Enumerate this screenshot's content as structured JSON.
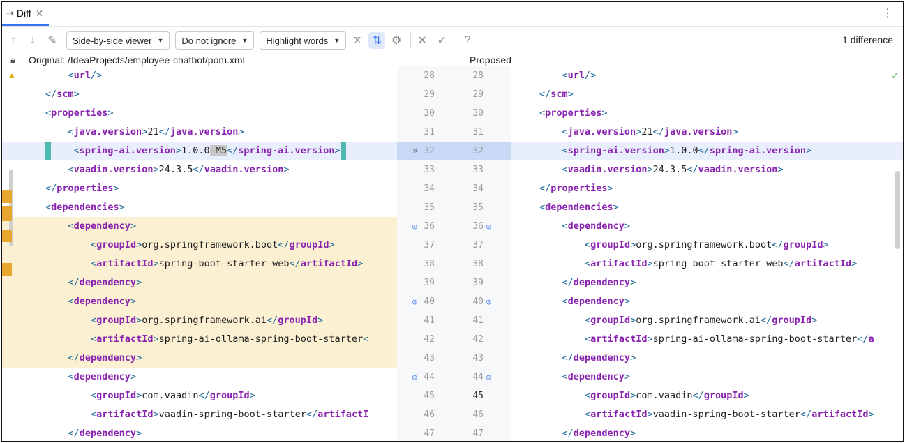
{
  "tab": {
    "title": "Diff",
    "icon": "diff-icon"
  },
  "toolbar": {
    "viewer": "Side-by-side viewer",
    "ignore": "Do not ignore",
    "highlight": "Highlight words",
    "help": "?",
    "difference_count": "1 difference"
  },
  "header": {
    "original": "Original: /IdeaProjects/employee-chatbot/pom.xml",
    "proposed": "Proposed"
  },
  "left_lines": [
    [
      [
        "i",
        "    "
      ],
      [
        "t",
        "<"
      ],
      [
        "n",
        "url"
      ],
      [
        "t",
        "/>"
      ]
    ],
    [
      [
        "t",
        "</"
      ],
      [
        "n",
        "scm"
      ],
      [
        "t",
        ">"
      ]
    ],
    [
      [
        "t",
        "<"
      ],
      [
        "n",
        "properties"
      ],
      [
        "t",
        ">"
      ]
    ],
    [
      [
        "i",
        "    "
      ],
      [
        "t",
        "<"
      ],
      [
        "n",
        "java.version"
      ],
      [
        "t",
        ">"
      ],
      [
        "x",
        "21"
      ],
      [
        "t",
        "</"
      ],
      [
        "n",
        "java.version"
      ],
      [
        "t",
        ">"
      ]
    ],
    [
      [
        "i",
        "    "
      ],
      [
        "t",
        "<"
      ],
      [
        "n",
        "spring-ai.version"
      ],
      [
        "t",
        ">"
      ],
      [
        "x",
        "1.0.0"
      ],
      [
        "w",
        "-M5"
      ],
      [
        "t",
        "</"
      ],
      [
        "n",
        "spring-ai.version"
      ],
      [
        "t",
        ">"
      ]
    ],
    [
      [
        "i",
        "    "
      ],
      [
        "t",
        "<"
      ],
      [
        "n",
        "vaadin.version"
      ],
      [
        "t",
        ">"
      ],
      [
        "x",
        "24.3.5"
      ],
      [
        "t",
        "</"
      ],
      [
        "n",
        "vaadin.version"
      ],
      [
        "t",
        ">"
      ]
    ],
    [
      [
        "t",
        "</"
      ],
      [
        "n",
        "properties"
      ],
      [
        "t",
        ">"
      ]
    ],
    [
      [
        "t",
        "<"
      ],
      [
        "n",
        "dependencies"
      ],
      [
        "t",
        ">"
      ]
    ],
    [
      [
        "i",
        "    "
      ],
      [
        "t",
        "<"
      ],
      [
        "n",
        "dependency"
      ],
      [
        "t",
        ">"
      ]
    ],
    [
      [
        "i",
        "        "
      ],
      [
        "t",
        "<"
      ],
      [
        "n",
        "groupId"
      ],
      [
        "t",
        ">"
      ],
      [
        "x",
        "org.springframework.boot"
      ],
      [
        "t",
        "</"
      ],
      [
        "n",
        "groupId"
      ],
      [
        "t",
        ">"
      ]
    ],
    [
      [
        "i",
        "        "
      ],
      [
        "t",
        "<"
      ],
      [
        "n",
        "artifactId"
      ],
      [
        "t",
        ">"
      ],
      [
        "x",
        "spring-boot-starter-web"
      ],
      [
        "t",
        "</"
      ],
      [
        "n",
        "artifactId"
      ],
      [
        "t",
        ">"
      ]
    ],
    [
      [
        "i",
        "    "
      ],
      [
        "t",
        "</"
      ],
      [
        "n",
        "dependency"
      ],
      [
        "t",
        ">"
      ]
    ],
    [
      [
        "i",
        "    "
      ],
      [
        "t",
        "<"
      ],
      [
        "n",
        "dependency"
      ],
      [
        "t",
        ">"
      ]
    ],
    [
      [
        "i",
        "        "
      ],
      [
        "t",
        "<"
      ],
      [
        "n",
        "groupId"
      ],
      [
        "t",
        ">"
      ],
      [
        "x",
        "org.springframework.ai"
      ],
      [
        "t",
        "</"
      ],
      [
        "n",
        "groupId"
      ],
      [
        "t",
        ">"
      ]
    ],
    [
      [
        "i",
        "        "
      ],
      [
        "t",
        "<"
      ],
      [
        "n",
        "artifactId"
      ],
      [
        "t",
        ">"
      ],
      [
        "x",
        "spring-ai-ollama-spring-boot-starter"
      ],
      [
        "t",
        "<"
      ]
    ],
    [
      [
        "i",
        "    "
      ],
      [
        "t",
        "</"
      ],
      [
        "n",
        "dependency"
      ],
      [
        "t",
        ">"
      ]
    ],
    [
      [
        "i",
        "    "
      ],
      [
        "t",
        "<"
      ],
      [
        "n",
        "dependency"
      ],
      [
        "t",
        ">"
      ]
    ],
    [
      [
        "i",
        "        "
      ],
      [
        "t",
        "<"
      ],
      [
        "n",
        "groupId"
      ],
      [
        "t",
        ">"
      ],
      [
        "x",
        "com.vaadin"
      ],
      [
        "t",
        "</"
      ],
      [
        "n",
        "groupId"
      ],
      [
        "t",
        ">"
      ]
    ],
    [
      [
        "i",
        "        "
      ],
      [
        "t",
        "<"
      ],
      [
        "n",
        "artifactId"
      ],
      [
        "t",
        ">"
      ],
      [
        "x",
        "vaadin-spring-boot-starter"
      ],
      [
        "t",
        "</"
      ],
      [
        "n",
        "artifactI"
      ]
    ],
    [
      [
        "i",
        "    "
      ],
      [
        "t",
        "</"
      ],
      [
        "n",
        "dependency"
      ],
      [
        "t",
        ">"
      ]
    ]
  ],
  "right_lines": [
    [
      [
        "i",
        "    "
      ],
      [
        "t",
        "<"
      ],
      [
        "n",
        "url"
      ],
      [
        "t",
        "/>"
      ]
    ],
    [
      [
        "t",
        "</"
      ],
      [
        "n",
        "scm"
      ],
      [
        "t",
        ">"
      ]
    ],
    [
      [
        "t",
        "<"
      ],
      [
        "n",
        "properties"
      ],
      [
        "t",
        ">"
      ]
    ],
    [
      [
        "i",
        "    "
      ],
      [
        "t",
        "<"
      ],
      [
        "n",
        "java.version"
      ],
      [
        "t",
        ">"
      ],
      [
        "x",
        "21"
      ],
      [
        "t",
        "</"
      ],
      [
        "n",
        "java.version"
      ],
      [
        "t",
        ">"
      ]
    ],
    [
      [
        "i",
        "    "
      ],
      [
        "t",
        "<"
      ],
      [
        "n",
        "spring-ai.version"
      ],
      [
        "t",
        ">"
      ],
      [
        "x",
        "1.0.0"
      ],
      [
        "t",
        "</"
      ],
      [
        "n",
        "spring-ai.version"
      ],
      [
        "t",
        ">"
      ]
    ],
    [
      [
        "i",
        "    "
      ],
      [
        "t",
        "<"
      ],
      [
        "n",
        "vaadin.version"
      ],
      [
        "t",
        ">"
      ],
      [
        "x",
        "24.3.5"
      ],
      [
        "t",
        "</"
      ],
      [
        "n",
        "vaadin.version"
      ],
      [
        "t",
        ">"
      ]
    ],
    [
      [
        "t",
        "</"
      ],
      [
        "n",
        "properties"
      ],
      [
        "t",
        ">"
      ]
    ],
    [
      [
        "t",
        "<"
      ],
      [
        "n",
        "dependencies"
      ],
      [
        "t",
        ">"
      ]
    ],
    [
      [
        "i",
        "    "
      ],
      [
        "t",
        "<"
      ],
      [
        "n",
        "dependency"
      ],
      [
        "t",
        ">"
      ]
    ],
    [
      [
        "i",
        "        "
      ],
      [
        "t",
        "<"
      ],
      [
        "n",
        "groupId"
      ],
      [
        "t",
        ">"
      ],
      [
        "x",
        "org.springframework.boot"
      ],
      [
        "t",
        "</"
      ],
      [
        "n",
        "groupId"
      ],
      [
        "t",
        ">"
      ]
    ],
    [
      [
        "i",
        "        "
      ],
      [
        "t",
        "<"
      ],
      [
        "n",
        "artifactId"
      ],
      [
        "t",
        ">"
      ],
      [
        "x",
        "spring-boot-starter-web"
      ],
      [
        "t",
        "</"
      ],
      [
        "n",
        "artifactId"
      ],
      [
        "t",
        ">"
      ]
    ],
    [
      [
        "i",
        "    "
      ],
      [
        "t",
        "</"
      ],
      [
        "n",
        "dependency"
      ],
      [
        "t",
        ">"
      ]
    ],
    [
      [
        "i",
        "    "
      ],
      [
        "t",
        "<"
      ],
      [
        "n",
        "dependency"
      ],
      [
        "t",
        ">"
      ]
    ],
    [
      [
        "i",
        "        "
      ],
      [
        "t",
        "<"
      ],
      [
        "n",
        "groupId"
      ],
      [
        "t",
        ">"
      ],
      [
        "x",
        "org.springframework.ai"
      ],
      [
        "t",
        "</"
      ],
      [
        "n",
        "groupId"
      ],
      [
        "t",
        ">"
      ]
    ],
    [
      [
        "i",
        "        "
      ],
      [
        "t",
        "<"
      ],
      [
        "n",
        "artifactId"
      ],
      [
        "t",
        ">"
      ],
      [
        "x",
        "spring-ai-ollama-spring-boot-starter"
      ],
      [
        "t",
        "</"
      ],
      [
        "n",
        "a"
      ]
    ],
    [
      [
        "i",
        "    "
      ],
      [
        "t",
        "</"
      ],
      [
        "n",
        "dependency"
      ],
      [
        "t",
        ">"
      ]
    ],
    [
      [
        "i",
        "    "
      ],
      [
        "t",
        "<"
      ],
      [
        "n",
        "dependency"
      ],
      [
        "t",
        ">"
      ]
    ],
    [
      [
        "i",
        "        "
      ],
      [
        "t",
        "<"
      ],
      [
        "n",
        "groupId"
      ],
      [
        "t",
        ">"
      ],
      [
        "x",
        "com.vaadin"
      ],
      [
        "t",
        "</"
      ],
      [
        "n",
        "groupId"
      ],
      [
        "t",
        ">"
      ]
    ],
    [
      [
        "i",
        "        "
      ],
      [
        "t",
        "<"
      ],
      [
        "n",
        "artifactId"
      ],
      [
        "t",
        ">"
      ],
      [
        "x",
        "vaadin-spring-boot-starter"
      ],
      [
        "t",
        "</"
      ],
      [
        "n",
        "artifactId"
      ],
      [
        "t",
        ">"
      ]
    ],
    [
      [
        "i",
        "    "
      ],
      [
        "t",
        "</"
      ],
      [
        "n",
        "dependency"
      ],
      [
        "t",
        ">"
      ]
    ]
  ],
  "line_numbers": [
    "28",
    "29",
    "30",
    "31",
    "32",
    "33",
    "34",
    "35",
    "36",
    "37",
    "38",
    "39",
    "40",
    "41",
    "42",
    "43",
    "44",
    "45",
    "46",
    "47"
  ],
  "changed_row": 4,
  "moved_rows": [
    8,
    9,
    10,
    11,
    12,
    13,
    14,
    15
  ],
  "moved_icon_rows": [
    8,
    12,
    16
  ],
  "gutter_arrow": "»",
  "colors": {
    "accent": "#3574f0",
    "changed_bg": "#e8eefb",
    "moved_bg": "#fbf1d2",
    "tag": "#8a24b0"
  }
}
